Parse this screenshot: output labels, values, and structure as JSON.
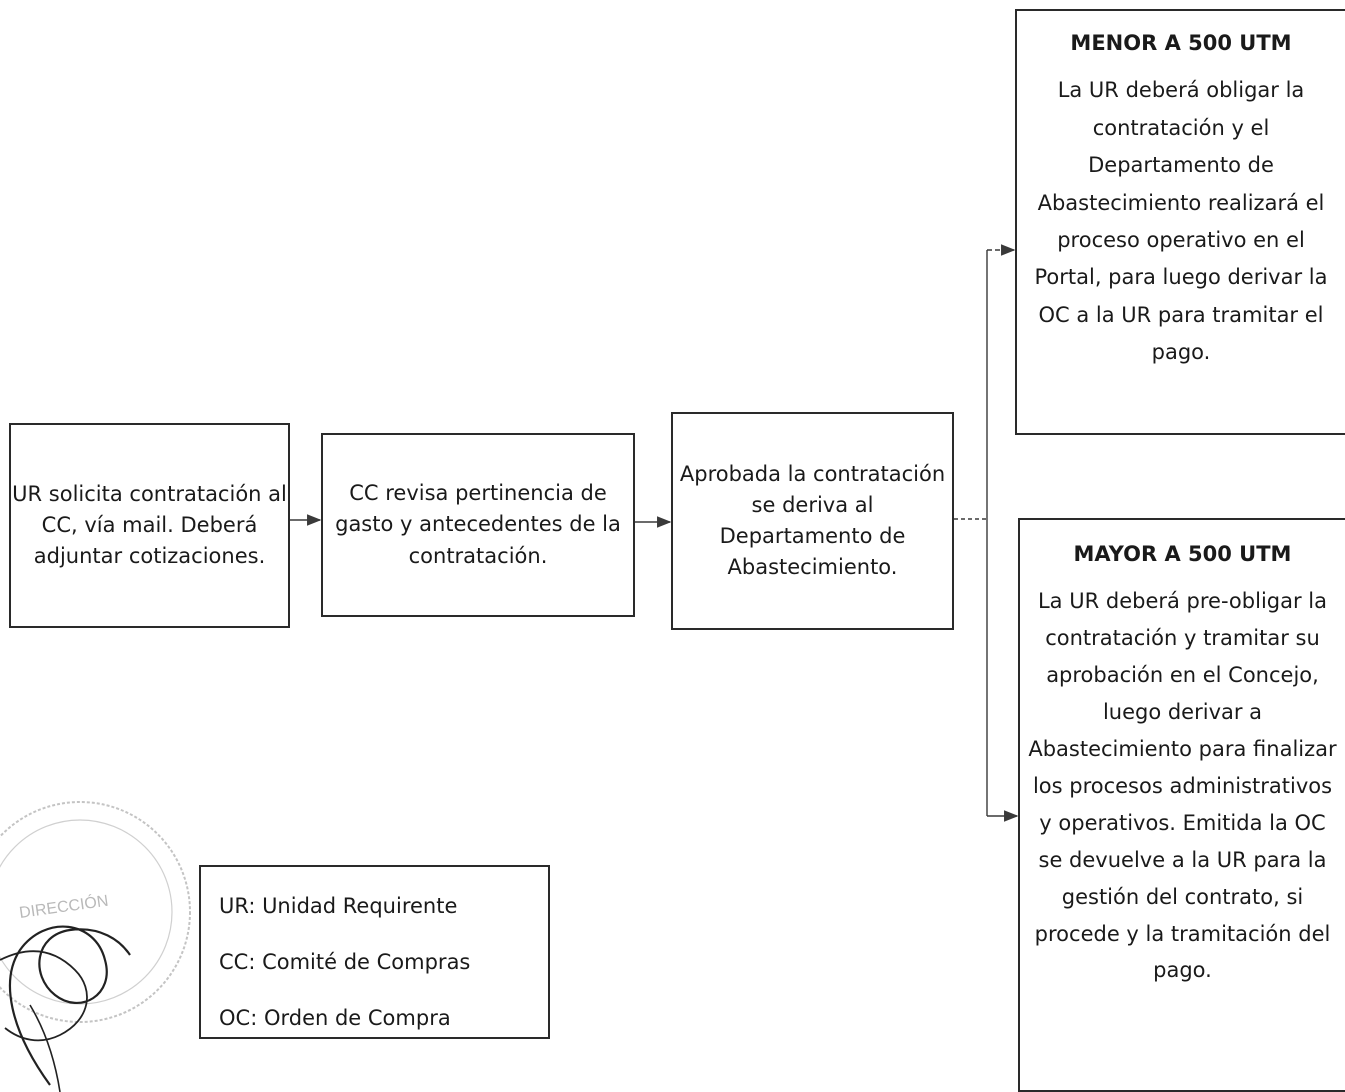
{
  "flow": {
    "step1": "UR solicita contratación al CC, vía mail. Deberá adjuntar cotizaciones.",
    "step2": "CC revisa pertinencia de gasto y antecedentes de la contratación.",
    "step3": "Aprobada la contratación se deriva al Departamento de Abastecimiento."
  },
  "outcomes": {
    "menor": {
      "title": "MENOR A 500 UTM",
      "text": "La UR deberá obligar la contratación y el Departamento de Abastecimiento realizará el proceso operativo en el Portal, para luego derivar la OC a la UR para tramitar el pago."
    },
    "mayor": {
      "title": "MAYOR A 500 UTM",
      "text": "La UR deberá pre-obligar la contratación y tramitar su aprobación en el Concejo, luego derivar a Abastecimiento para finalizar los procesos administrativos y operativos. Emitida la OC se devuelve a la UR para la gestión del contrato, si procede y la tramitación del pago."
    }
  },
  "legend": {
    "items": [
      "UR: Unidad Requirente",
      "CC: Comité de Compras",
      "OC: Orden de Compra"
    ]
  },
  "stamp": {
    "text": "DIRECCIÓN"
  },
  "colors": {
    "line": "#3a3a3a",
    "border": "#2a2a2a",
    "stamp": "#b9b9b9"
  }
}
